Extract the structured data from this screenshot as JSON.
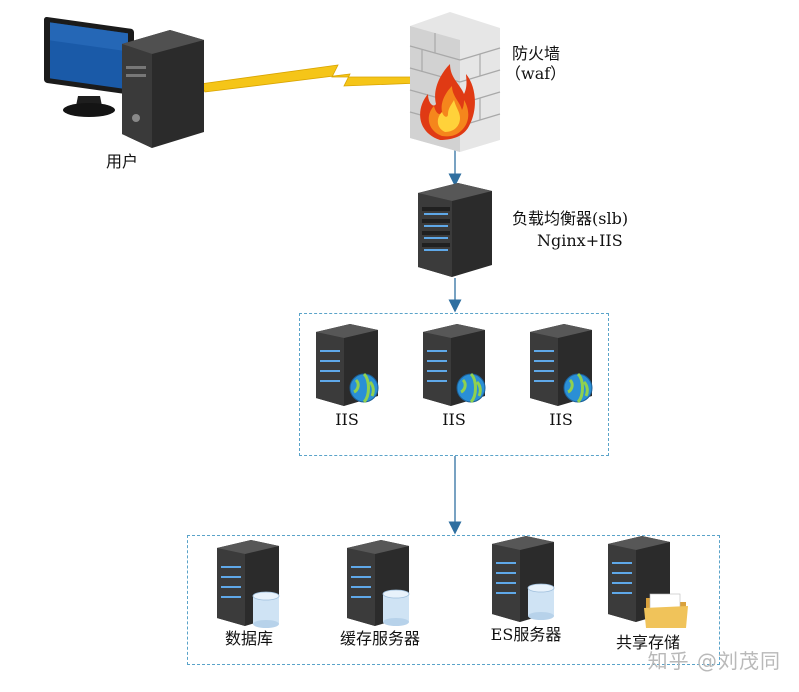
{
  "diagram": {
    "user": {
      "label": "用户"
    },
    "firewall": {
      "label_line1": "防火墙",
      "label_line2": "（waf）"
    },
    "load_balancer": {
      "label_line1": "负载均衡器(slb)",
      "label_line2": "Nginx+IIS"
    },
    "iis_servers": [
      {
        "label": "IIS"
      },
      {
        "label": "IIS"
      },
      {
        "label": "IIS"
      }
    ],
    "backend": {
      "database": {
        "label": "数据库"
      },
      "cache": {
        "label": "缓存服务器"
      },
      "es": {
        "label": "ES服务器"
      },
      "storage": {
        "label": "共享存储"
      }
    }
  },
  "watermark": {
    "text": "知乎 @刘茂同"
  },
  "colors": {
    "connector": "#2f6fa0",
    "dashed_border": "#5aa3c9",
    "lightning": "#f5c518",
    "server_body": "#2b2b2b",
    "monitor_screen": "#1a5aa8",
    "globe": "#2a8fd6",
    "db_cylinder": "#cfe3f4",
    "folder": "#f0c35a"
  }
}
